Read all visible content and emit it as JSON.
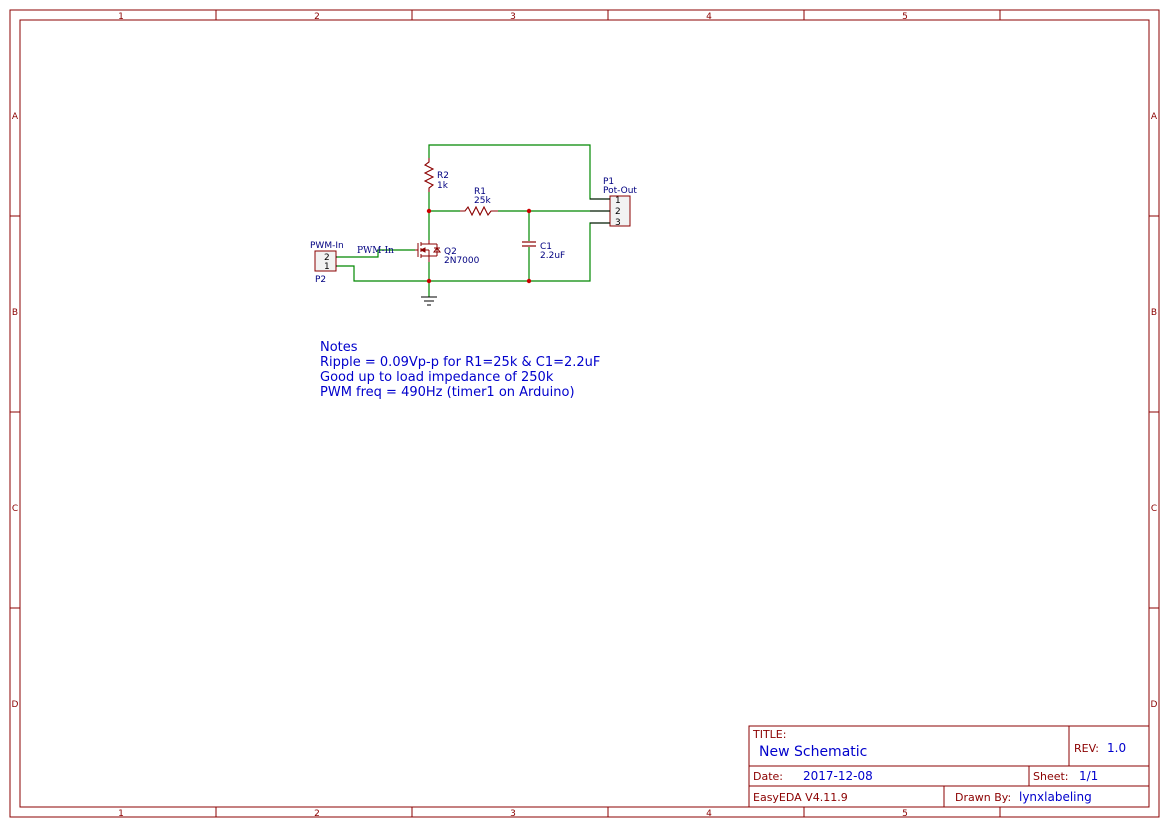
{
  "frame": {
    "columns": [
      "1",
      "2",
      "3",
      "4",
      "5"
    ],
    "rows": [
      "A",
      "B",
      "C",
      "D"
    ]
  },
  "components": {
    "r2": {
      "ref": "R2",
      "value": "1k"
    },
    "r1": {
      "ref": "R1",
      "value": "25k"
    },
    "c1": {
      "ref": "C1",
      "value": "2.2uF"
    },
    "q2": {
      "ref": "Q2",
      "value": "2N7000"
    },
    "p1": {
      "ref": "P1",
      "value": "Pot-Out",
      "pins": [
        "1",
        "2",
        "3"
      ]
    },
    "p2": {
      "ref": "P2",
      "value": "PWM-In",
      "pins": [
        "2",
        "1"
      ]
    }
  },
  "net_label": "PWM-In",
  "notes": [
    "Notes",
    "Ripple = 0.09Vp-p for R1=25k & C1=2.2uF",
    "Good up to load impedance of 250k",
    "PWM freq = 490Hz (timer1 on Arduino)"
  ],
  "title_block": {
    "title_label": "TITLE:",
    "title": "New Schematic",
    "rev_label": "REV:",
    "rev": "1.0",
    "date_label": "Date:",
    "date": "2017-12-08",
    "sheet_label": "Sheet:",
    "sheet": "1/1",
    "software": "EasyEDA V4.11.9",
    "drawn_by_label": "Drawn By:",
    "drawn_by": "lynxlabeling"
  },
  "colors": {
    "frame": "#8b0000",
    "wire": "#008800",
    "text": "#000080",
    "note": "#0000cc",
    "junction": "#cc0000"
  }
}
